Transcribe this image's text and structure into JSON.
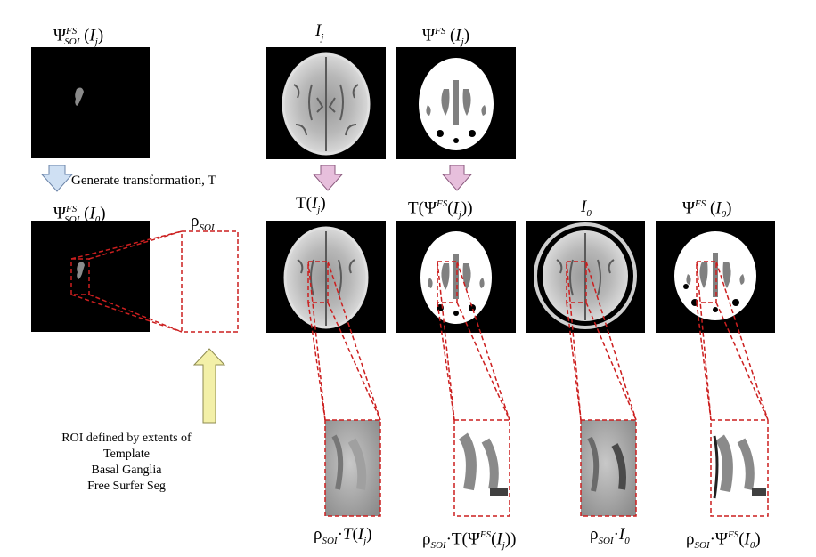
{
  "labels": {
    "psi_soi_ij": {
      "base": "Ψ",
      "sup": "FS",
      "sub": "SOI",
      "arg": "I",
      "argsub": "j"
    },
    "ij": {
      "base": "I",
      "sub": "j"
    },
    "psi_fs_ij": {
      "base": "Ψ",
      "sup": "FS",
      "arg": "I",
      "argsub": "j"
    },
    "psi_soi_i0": {
      "base": "Ψ",
      "sup": "FS",
      "sub": "SOI",
      "arg": "I",
      "argsub": "0"
    },
    "rho_soi": {
      "base": "ρ",
      "sub": "SOI"
    },
    "t_ij": {
      "base": "T",
      "arg": "I",
      "argsub": "j"
    },
    "t_psi_ij": {
      "base": "T",
      "inner": "Ψ",
      "sup": "FS",
      "arg": "I",
      "argsub": "j"
    },
    "i0": {
      "base": "I",
      "sub": "0"
    },
    "psi_fs_i0": {
      "base": "Ψ",
      "sup": "FS",
      "arg": "I",
      "argsub": "0"
    }
  },
  "generate_text": "Generate transformation, T",
  "roi_caption": [
    "ROI defined by extents of",
    "Template",
    "Basal Ganglia",
    "Free Surfer Seg"
  ],
  "bottom_labels": {
    "rho_t_ij": {
      "rho": "ρ",
      "sub": "SOI",
      "dot": "·",
      "op": "T",
      "arg": "I",
      "argsub": "j"
    },
    "rho_t_psi_ij": {
      "rho": "ρ",
      "sub": "SOI",
      "dot": "·",
      "op": "T",
      "inner": "Ψ",
      "sup": "FS",
      "arg": "I",
      "argsub": "j"
    },
    "rho_i0": {
      "rho": "ρ",
      "sub": "SOI",
      "dot": "·",
      "arg": "I",
      "argsub": "0"
    },
    "rho_psi_i0": {
      "rho": "ρ",
      "sub": "SOI",
      "dot": "·",
      "op": "Ψ",
      "sup": "FS",
      "arg": "I",
      "argsub": "0"
    }
  },
  "colors": {
    "dashed_roi": "#cc1f1f",
    "arrow_blue": "#cfe0f3",
    "arrow_pink": "#e7bfdc",
    "arrow_yellow": "#f3f0a8"
  }
}
